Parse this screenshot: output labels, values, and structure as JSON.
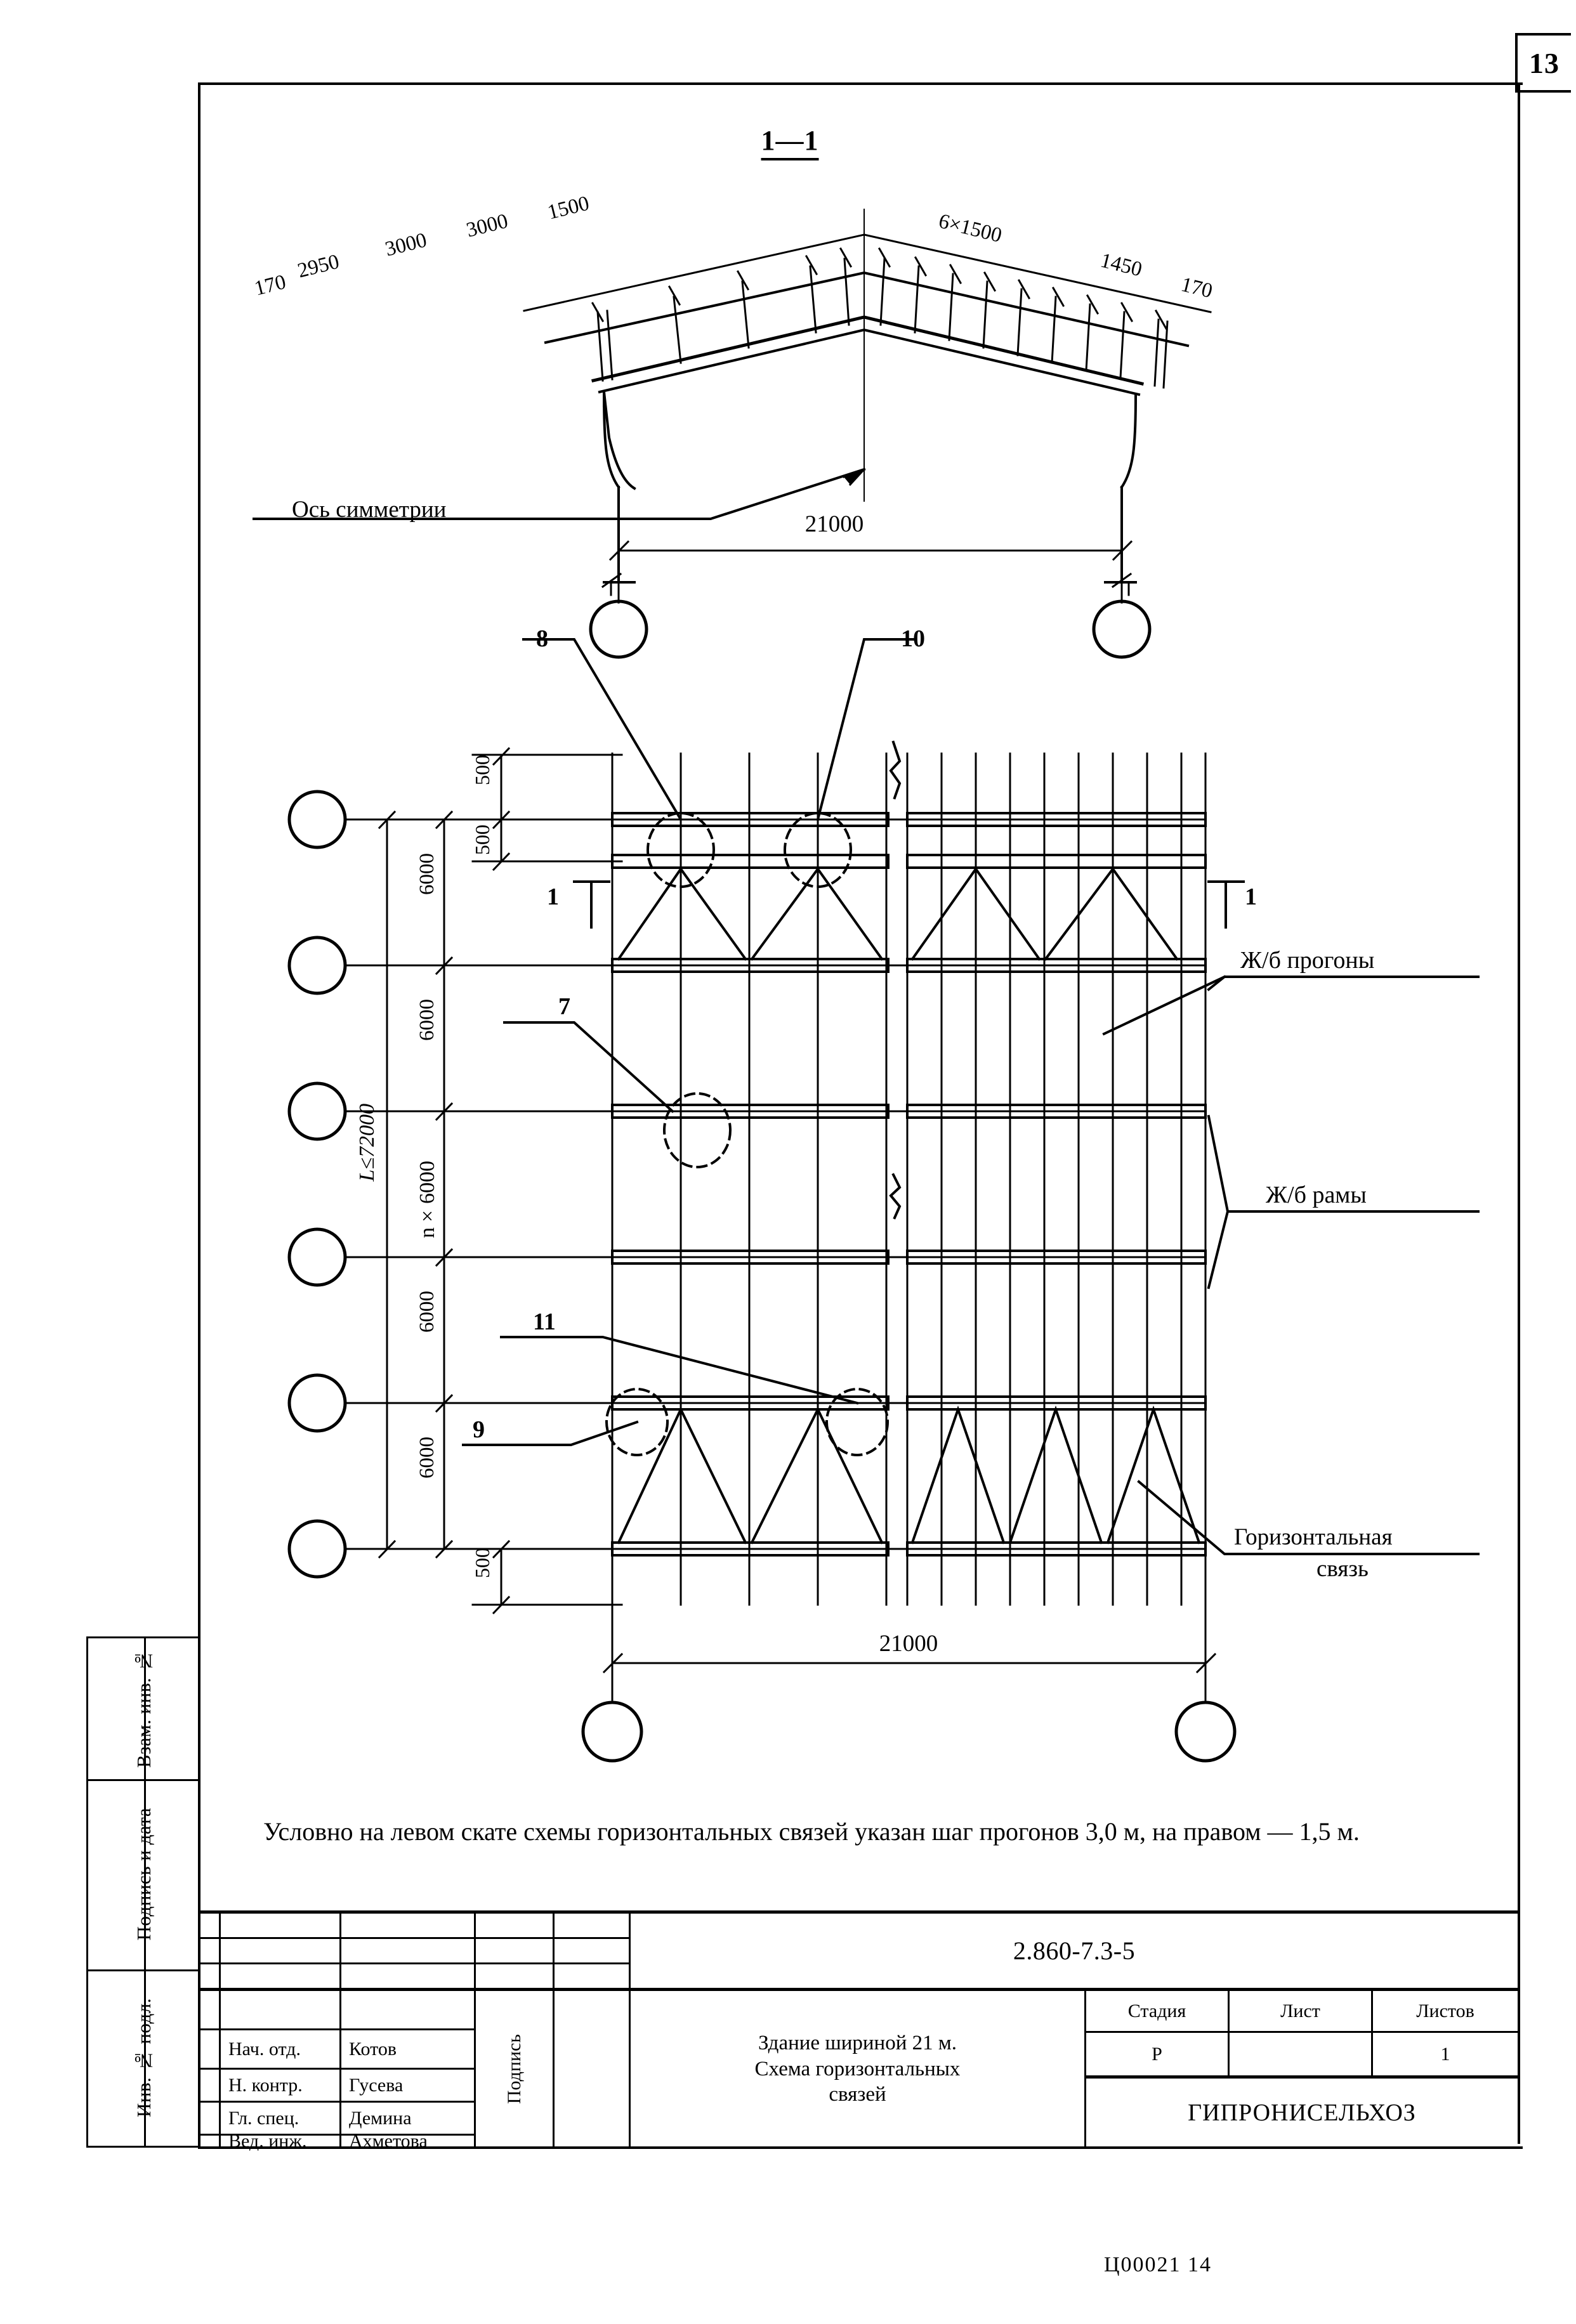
{
  "page": {
    "number": "13",
    "footer": "Ц00021    14"
  },
  "section": {
    "title": "1—1",
    "symmetry_label": "Ось симметрии",
    "span": "21000",
    "left_slope_dims": [
      "170",
      "2950",
      "3000",
      "3000",
      "1500"
    ],
    "right_slope_dims": [
      "6×1500",
      "1450",
      "170"
    ]
  },
  "plan": {
    "span": "21000",
    "total_length": "L≤72000",
    "bay_repeat": "n×6000",
    "bay_dims": [
      "6000",
      "6000",
      "6000",
      "6000",
      "6000"
    ],
    "edge_offsets": [
      "500",
      "500",
      "500"
    ],
    "section_marks": [
      "1",
      "1"
    ],
    "callouts": [
      "8",
      "10",
      "7",
      "11",
      "9"
    ],
    "annotations": {
      "purlins": "Ж/б прогоны",
      "frames": "Ж/б рамы",
      "bracing_line1": "Горизонтальная",
      "bracing_line2": "связь"
    }
  },
  "note": {
    "text": "Условно на левом скате схемы горизонтальных связей указан шаг прогонов 3,0 м, на правом — 1,5 м."
  },
  "sidebar": {
    "items": [
      "Взам. инв. №",
      "Подпись и дата",
      "Инв. № подл."
    ]
  },
  "title_block": {
    "code": "2.860-7.3-5",
    "drawing_title_lines": [
      "Здание шириной 21 м.",
      "Схема горизонтальных",
      "связей"
    ],
    "organization": "ГИПРОНИСЕЛЬХОЗ",
    "signature_column": "Подпись",
    "stage_headers": [
      "Стадия",
      "Лист",
      "Листов"
    ],
    "stage_values": [
      "Р",
      "",
      "1"
    ],
    "roles": [
      {
        "role": "Нач. отд.",
        "name": "Котов"
      },
      {
        "role": "Н. контр.",
        "name": "Гусева"
      },
      {
        "role": "Гл. спец.",
        "name": "Демина"
      },
      {
        "role": "Вед. инж.",
        "name": "Ахметова"
      }
    ]
  }
}
